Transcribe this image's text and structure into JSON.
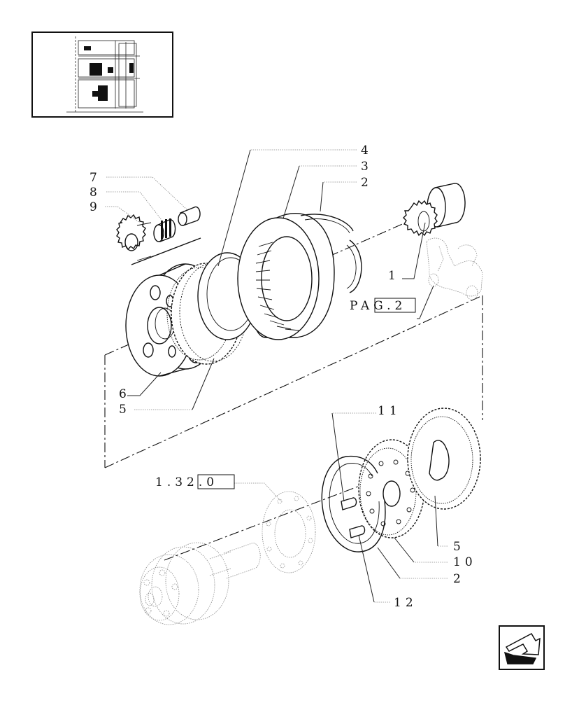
{
  "callouts": [
    {
      "id": "c7",
      "text": "7"
    },
    {
      "id": "c8",
      "text": "8"
    },
    {
      "id": "c9",
      "text": "9"
    },
    {
      "id": "c4",
      "text": "4"
    },
    {
      "id": "c3",
      "text": "3"
    },
    {
      "id": "c2a",
      "text": "2"
    },
    {
      "id": "c1",
      "text": "1"
    },
    {
      "id": "cpag",
      "text": "PAG.2"
    },
    {
      "id": "c6",
      "text": "6"
    },
    {
      "id": "c5a",
      "text": "5"
    },
    {
      "id": "c11",
      "text": "11"
    },
    {
      "id": "c1320",
      "text": "1.32.0"
    },
    {
      "id": "c5b",
      "text": "5"
    },
    {
      "id": "c10",
      "text": "10"
    },
    {
      "id": "c2b",
      "text": "2"
    },
    {
      "id": "c12",
      "text": "12"
    }
  ],
  "icons": {
    "thumbnail": "assembly-location-thumbnail",
    "nav": "back-arrow-icon"
  }
}
